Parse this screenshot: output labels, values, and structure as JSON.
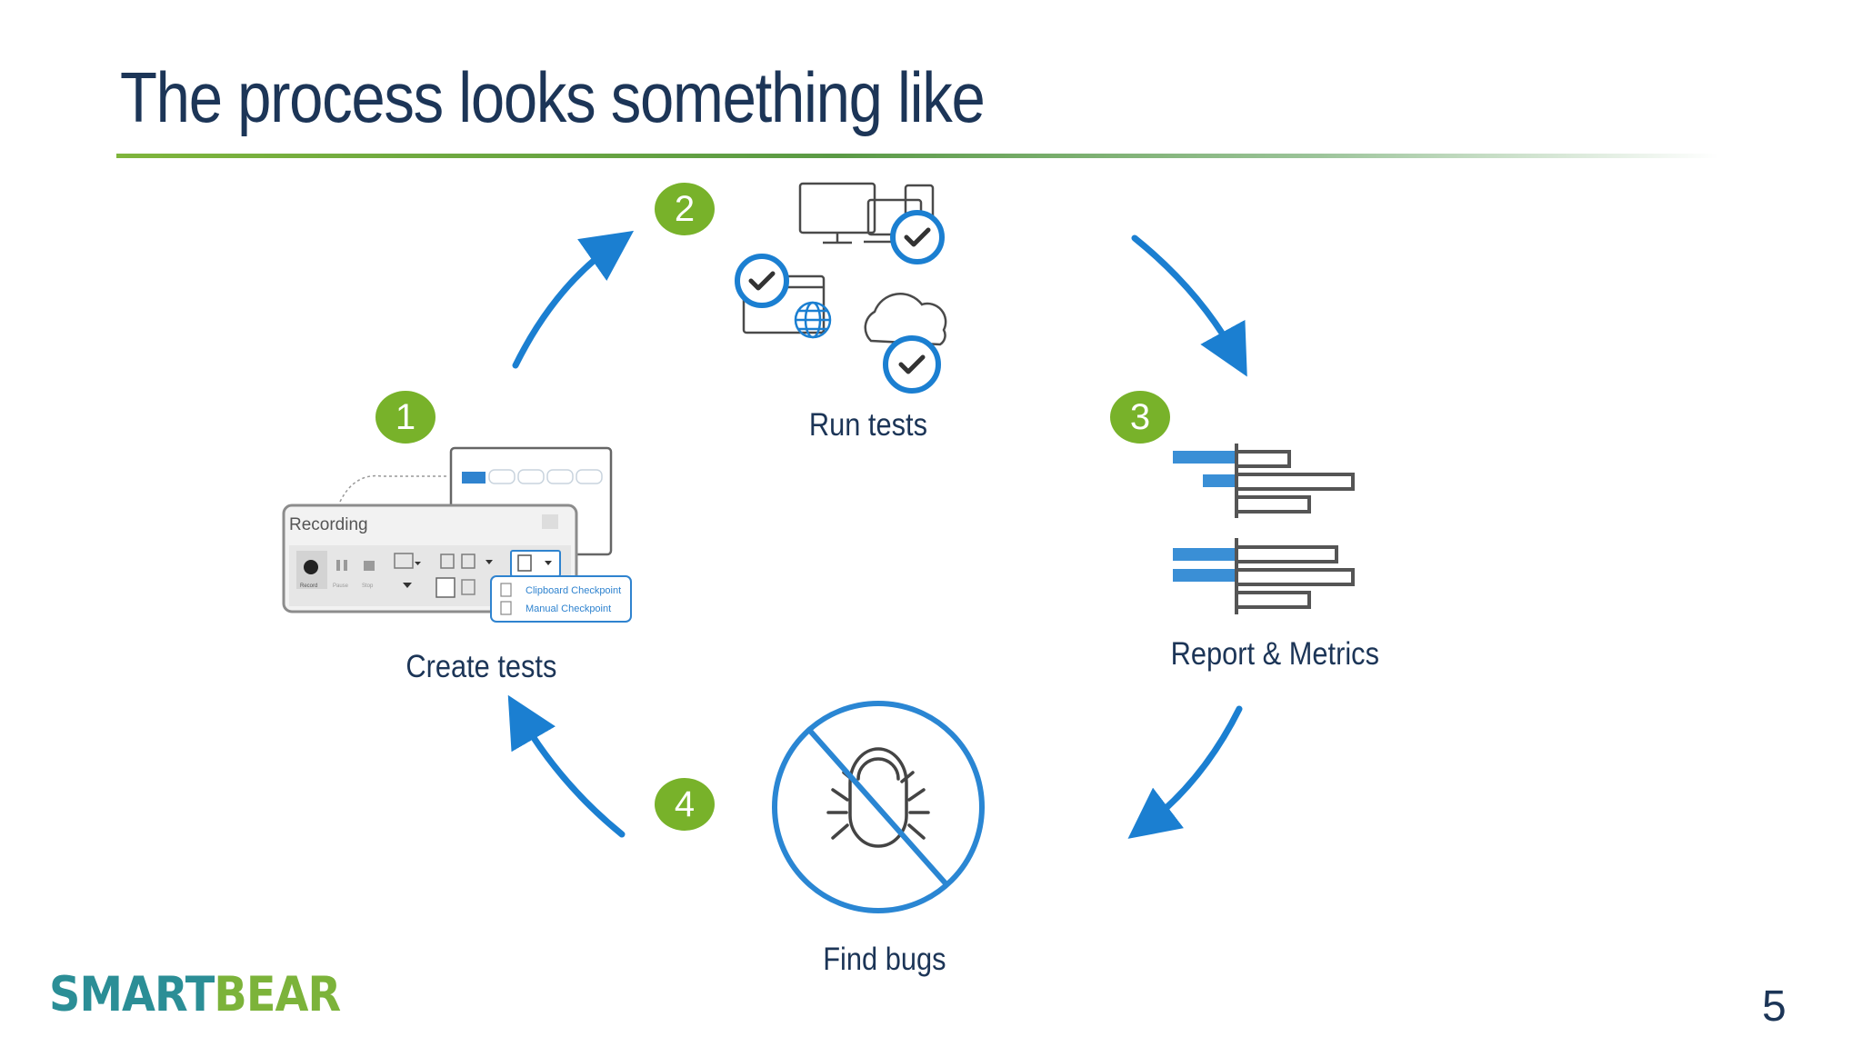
{
  "slide": {
    "title": "The process looks something like",
    "page_number": "5"
  },
  "steps": [
    {
      "number": "1",
      "label": "Create tests",
      "icon": "recorder-toolbar-icon"
    },
    {
      "number": "2",
      "label": "Run tests",
      "icon": "devices-check-icon"
    },
    {
      "number": "3",
      "label": "Report & Metrics",
      "icon": "bar-report-icon"
    },
    {
      "number": "4",
      "label": "Find bugs",
      "icon": "no-bug-icon"
    }
  ],
  "recorder": {
    "title": "Recording",
    "buttons": [
      "Record",
      "Pause",
      "Stop"
    ],
    "menu_items": [
      "Clipboard Checkpoint",
      "Manual Checkpoint"
    ]
  },
  "logo": {
    "part1": "SMART",
    "part2": "BEAR"
  },
  "colors": {
    "title": "#1c3557",
    "accent_blue": "#1b7fd1",
    "badge_green": "#78b22a",
    "report_blue": "#3a8fd6",
    "logo_teal": "#2b8e96",
    "logo_green": "#7cb33a"
  }
}
